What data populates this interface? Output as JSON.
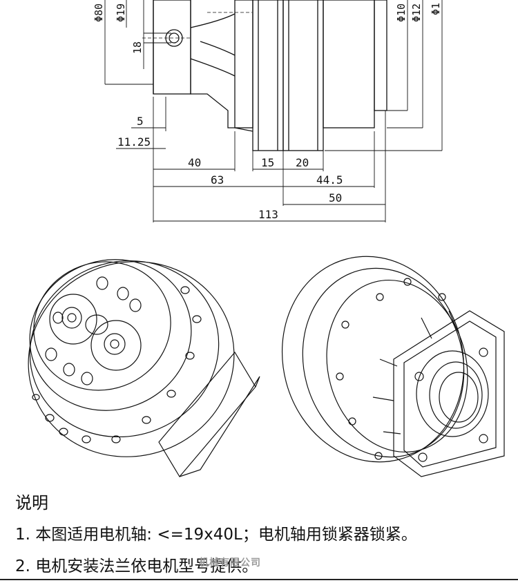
{
  "top_view": {
    "diameters": [
      "Φ80",
      "Φ19",
      "Φ10",
      "Φ12",
      "Φ1"
    ],
    "vertical_dim": "18",
    "horizontal_dims": {
      "d5": "5",
      "d11_25": "11.25",
      "d40": "40",
      "d15": "15",
      "d20": "20",
      "d63": "63",
      "d44_5": "44.5",
      "d50": "50",
      "d113": "113"
    }
  },
  "notes": {
    "title": "说明",
    "line1": "1. 本图适用电机轴: <=19x40L；电机轴用锁紧器锁紧。",
    "line2": "2. 电机安装法兰依电机型号提供。"
  },
  "watermark": "机械有限公司"
}
